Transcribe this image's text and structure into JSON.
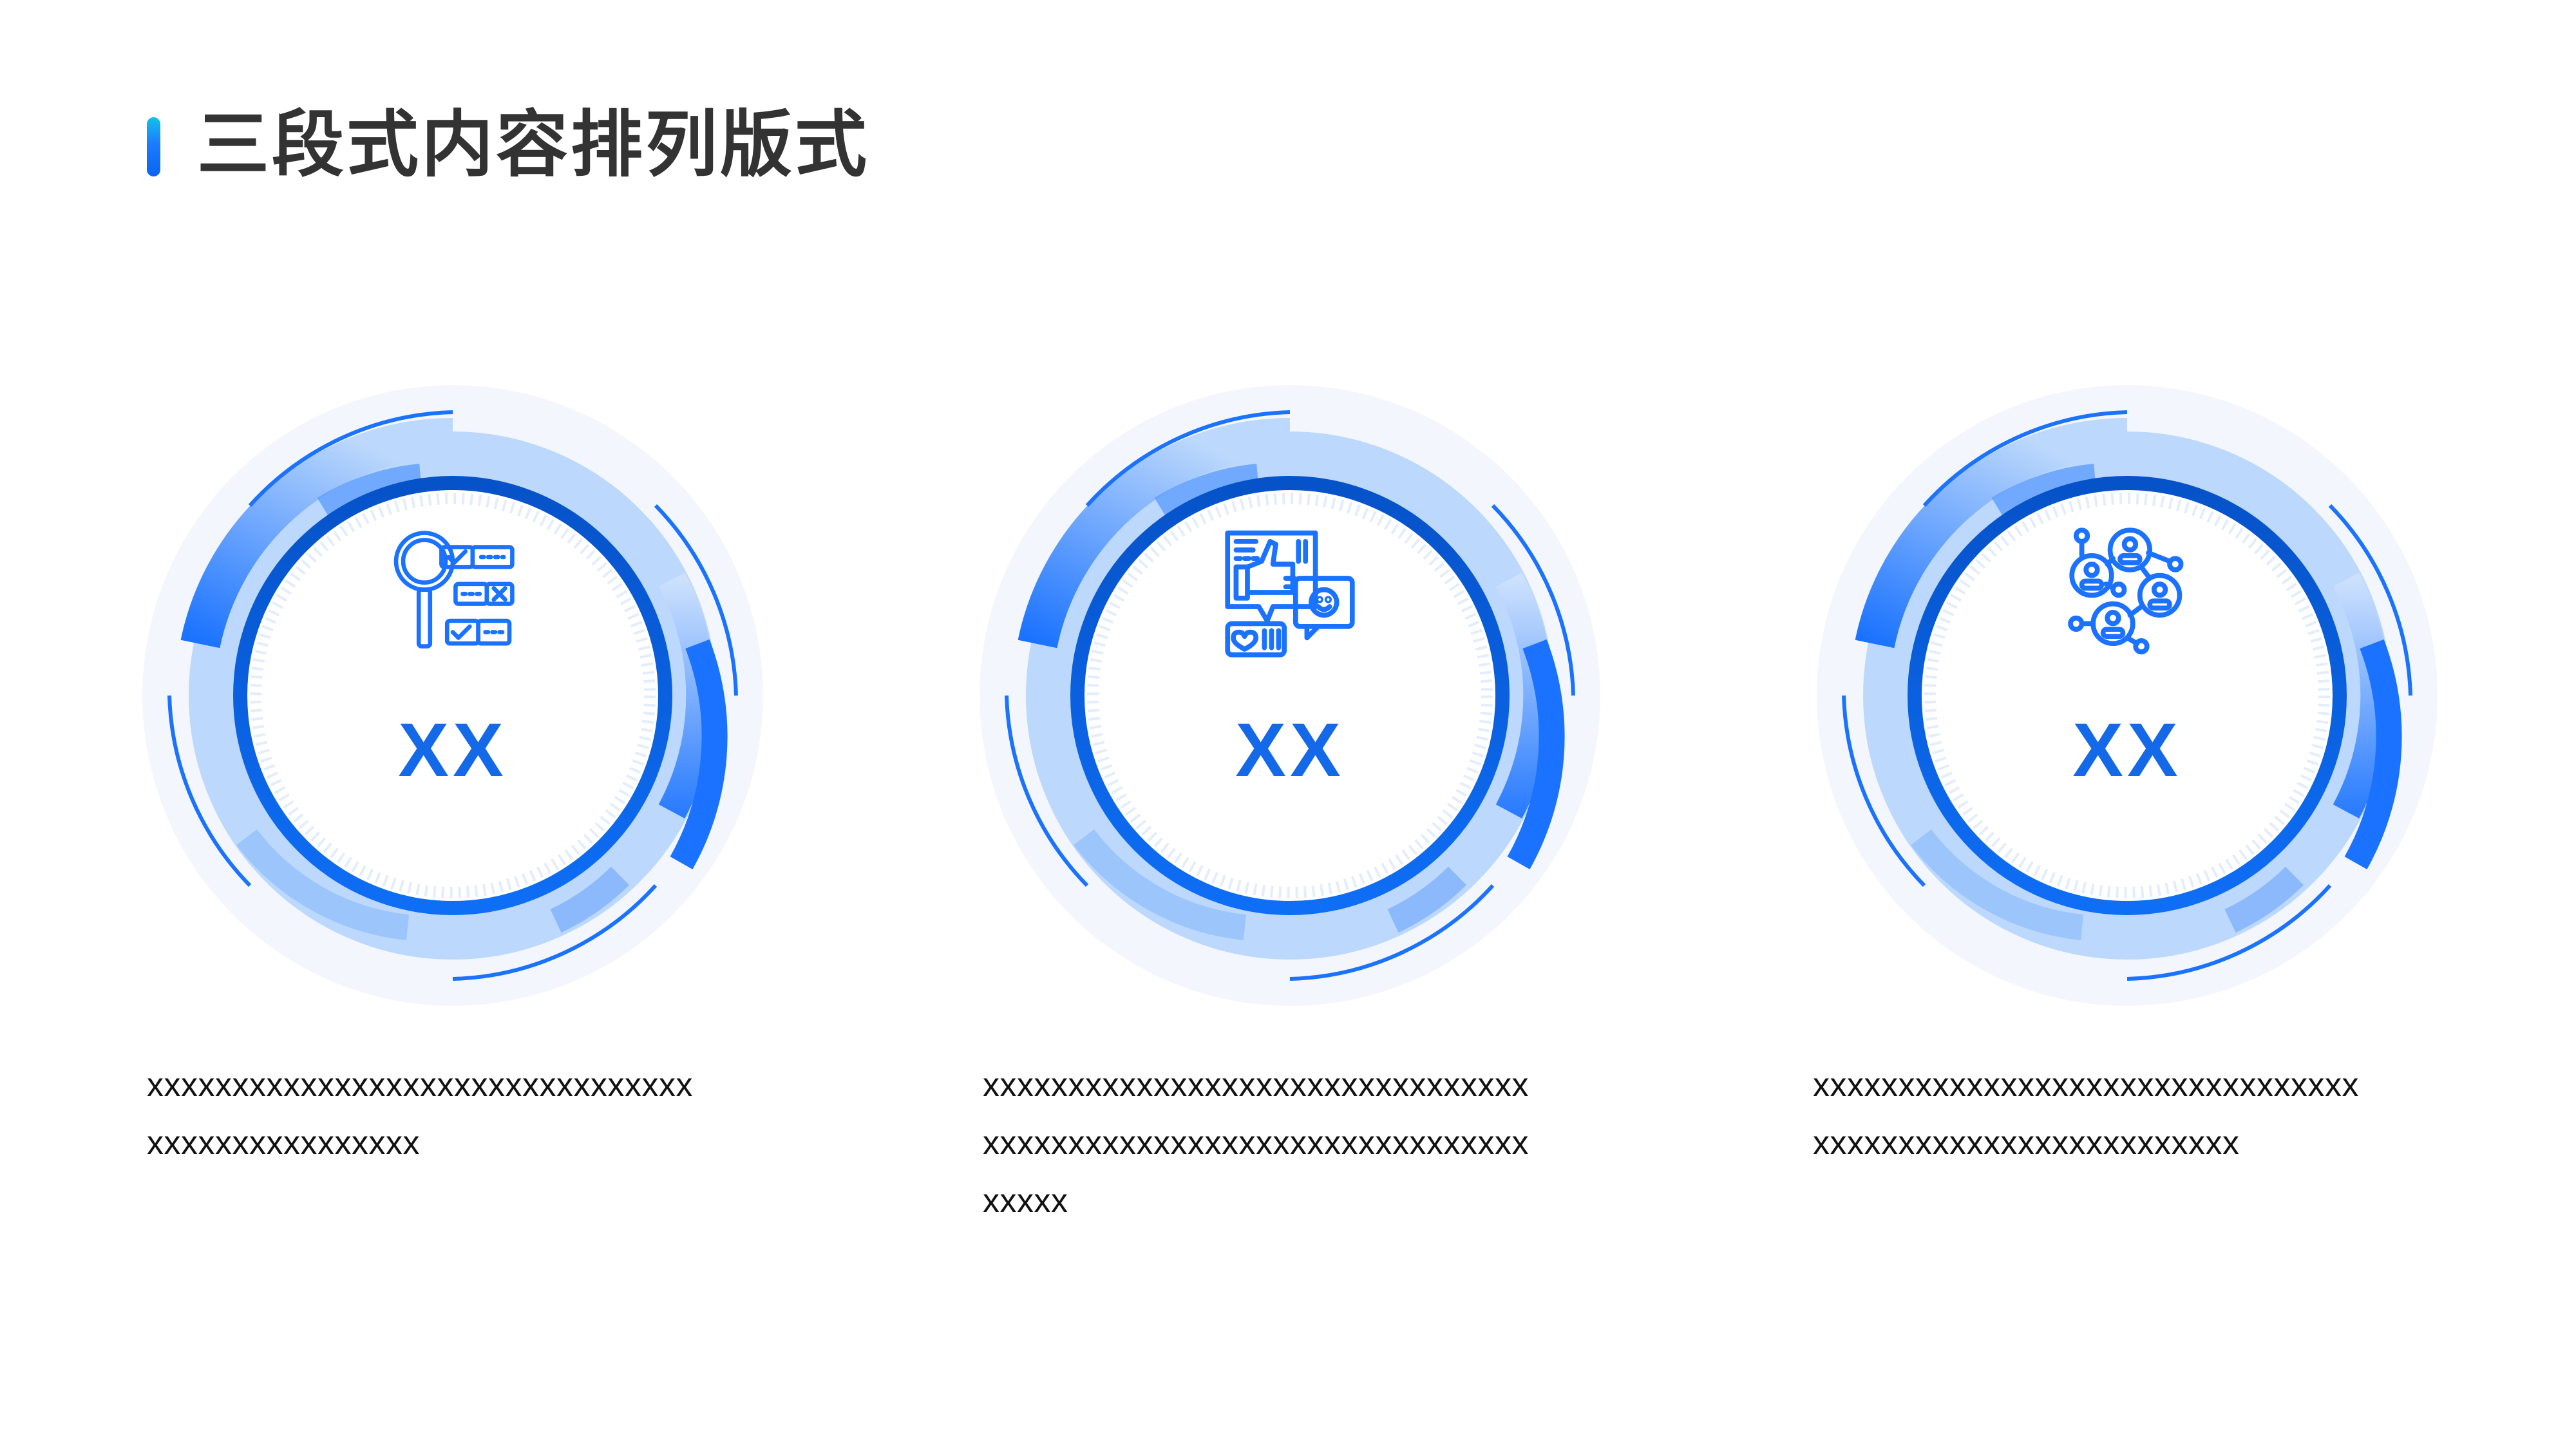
{
  "header": {
    "title": "三段式内容排列版式",
    "accent_color": "#1a7cff"
  },
  "theme": {
    "primary": "#1469e8",
    "ring_dark": "#0655d0",
    "ring_light": "#bcd8fc",
    "halo": "#f3f7fd",
    "text": "#111111",
    "title_text": "#333333"
  },
  "cards": [
    {
      "icon": "search-checklist-icon",
      "label": "XX",
      "lines": [
        "xxxxxxxxxxxxxxxxxxxxxxxxxxxxxxxx",
        "xxxxxxxxxxxxxxxx"
      ]
    },
    {
      "icon": "social-feedback-icon",
      "label": "XX",
      "lines": [
        "xxxxxxxxxxxxxxxxxxxxxxxxxxxxxxxx",
        "xxxxxxxxxxxxxxxxxxxxxxxxxxxxxxxx",
        "xxxxx"
      ]
    },
    {
      "icon": "network-people-icon",
      "label": "XX",
      "lines": [
        "xxxxxxxxxxxxxxxxxxxxxxxxxxxxxxxx",
        "xxxxxxxxxxxxxxxxxxxxxxxxx"
      ]
    }
  ]
}
